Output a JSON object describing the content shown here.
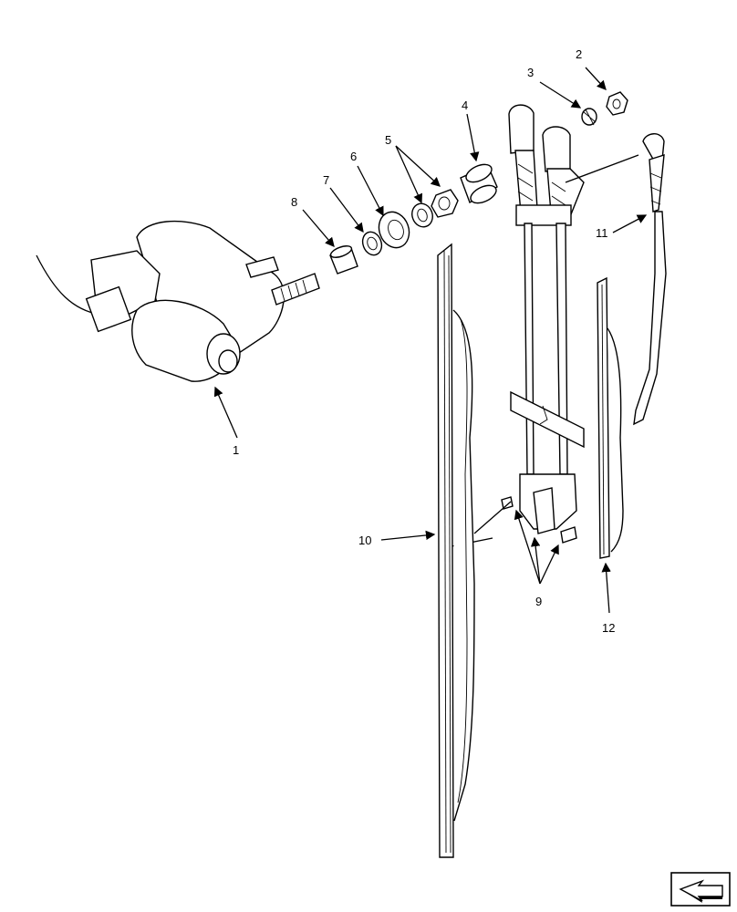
{
  "diagram": {
    "callouts": {
      "c1": "1",
      "c2": "2",
      "c3": "3",
      "c4": "4",
      "c5": "5",
      "c6": "6",
      "c7": "7",
      "c8": "8",
      "c9": "9",
      "c10": "10",
      "c11": "11",
      "c12": "12"
    },
    "nav_icon": "arrow-back-icon"
  }
}
